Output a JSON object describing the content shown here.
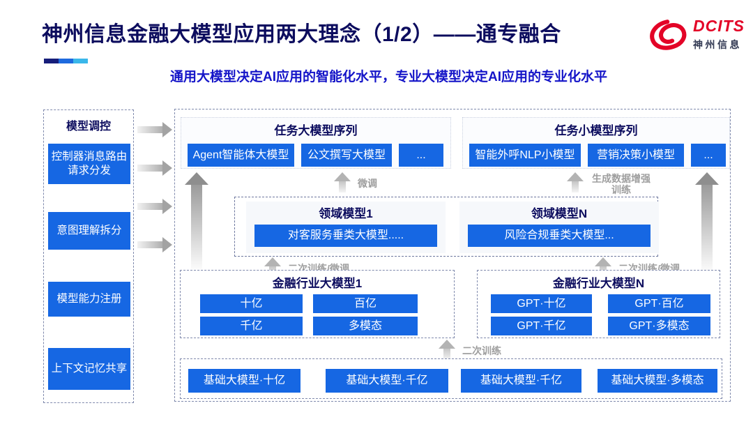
{
  "header": {
    "title": "神州信息金融大模型应用两大理念（1/2）——通专融合",
    "subtitle": "通用大模型决定AI应用的智能化水平，专业大模型决定AI应用的专业化水平",
    "logo": {
      "brand": "DCITS",
      "brand_cn": "神州信息"
    },
    "accent_colors": [
      "#161d7a",
      "#1e6ade",
      "#3ab7ea"
    ]
  },
  "sidebar": {
    "title": "模型调控",
    "items": [
      {
        "label": "控制器消息路由请求分发"
      },
      {
        "label": "意图理解拆分"
      },
      {
        "label": "模型能力注册"
      },
      {
        "label": "上下文记忆共享"
      }
    ]
  },
  "diagram": {
    "task_large": {
      "title": "任务大模型序列",
      "items": [
        "Agent智能体大模型",
        "公文撰写大模型",
        "..."
      ]
    },
    "task_small": {
      "title": "任务小模型序列",
      "items": [
        "智能外呼NLP小模型",
        "营销决策小模型",
        "..."
      ]
    },
    "labels": {
      "fine_tune": "微调",
      "gen_data_train": "生成数据增强训练",
      "second_train_ft_left": "二次训练/微调",
      "second_train_ft_right": "二次训练/微调",
      "second_train": "二次训练"
    },
    "domain": {
      "groups": [
        {
          "title": "领域模型1",
          "item": "对客服务垂类大模型....."
        },
        {
          "title": "领域模型N",
          "item": "风险合规垂类大模型..."
        }
      ]
    },
    "industry": [
      {
        "title": "金融行业大模型1",
        "items": [
          "十亿",
          "百亿",
          "千亿",
          "多模态"
        ]
      },
      {
        "title": "金融行业大模型N",
        "items": [
          "GPT·十亿",
          "GPT·百亿",
          "GPT·千亿",
          "GPT·多模态"
        ]
      }
    ],
    "foundation": {
      "items": [
        "基础大模型·十亿",
        "基础大模型·千亿",
        "基础大模型·千亿",
        "基础大模型·多模态"
      ]
    }
  },
  "colors": {
    "accent_blue": "#1667e3",
    "navy": "#0c0c5e",
    "subtitle_blue": "#1414c8",
    "label_gray": "#9e9e9e",
    "logo_red": "#e30427"
  }
}
